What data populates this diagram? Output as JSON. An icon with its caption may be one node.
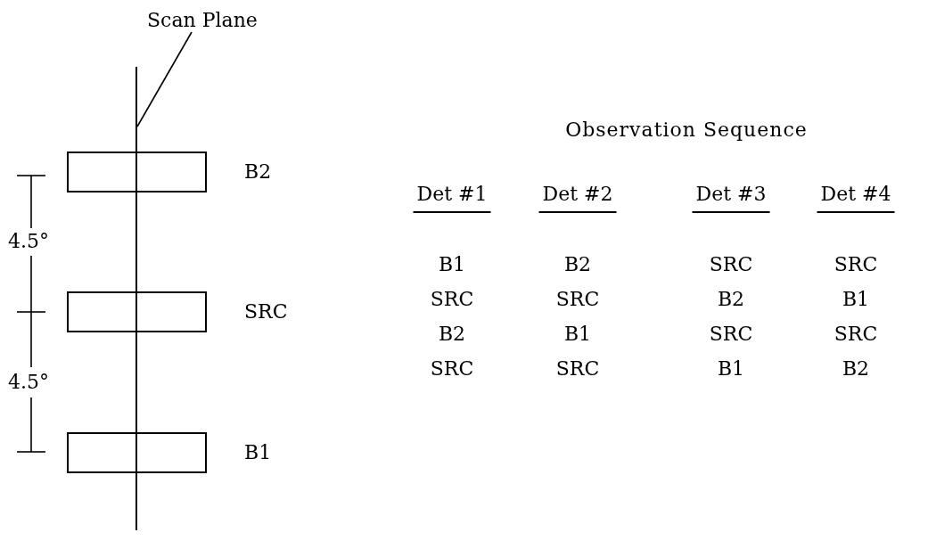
{
  "diagram": {
    "nodes": [
      {
        "text": [
          "Scan Plane"
        ]
      },
      {
        "text": [],
        "shape": "line"
      },
      {
        "text": [],
        "shape": "box",
        "beside": [
          "B2"
        ]
      },
      {
        "text": [],
        "shape": "box",
        "beside": [
          "SRC"
        ]
      },
      {
        "text": [],
        "shape": "box",
        "beside": [
          "B1"
        ]
      }
    ],
    "edges": [
      {
        "from": 0,
        "to": 1,
        "arrow": "none"
      }
    ],
    "labels": [
      "4.5°",
      "4.5°",
      "Observation Sequence",
      "Det #1",
      "Det #2",
      "Det #3",
      "Det #4",
      "B1",
      "B2",
      "SRC",
      "SRC",
      "SRC",
      "SRC",
      "B2",
      "B1",
      "B2",
      "B1",
      "SRC",
      "SRC",
      "SRC",
      "SRC",
      "B1",
      "B2"
    ]
  }
}
